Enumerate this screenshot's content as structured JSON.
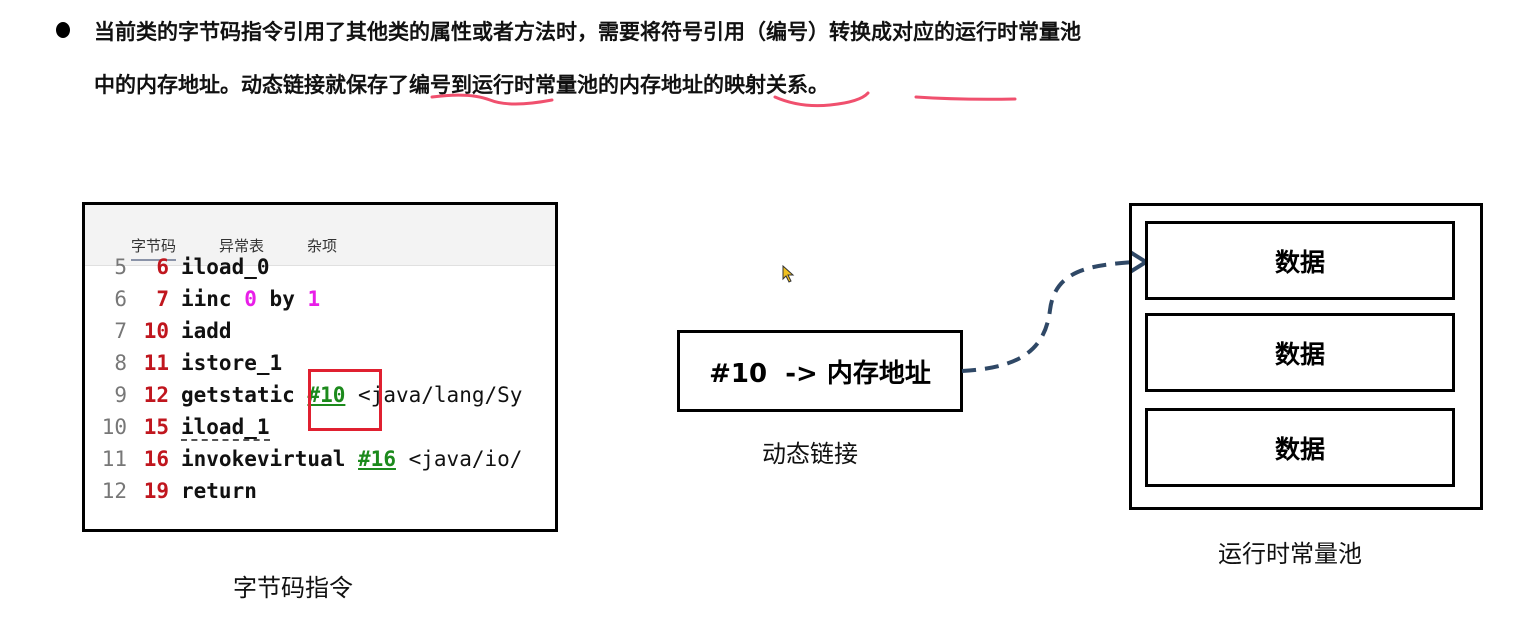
{
  "paragraph": {
    "line1": "当前类的字节码指令引用了其他类的属性或者方法时，需要将符号引用（编号）转换成对应的运行时常量池",
    "line2": "中的内存地址。动态链接就保存了编号到运行时常量池的内存地址的映射关系。",
    "highlight_color": "#f0506e"
  },
  "bytecode_panel": {
    "tabs": [
      "字节码",
      "异常表",
      "杂项"
    ],
    "lines": [
      {
        "ln": "5",
        "off": "6",
        "ins": "iload_0"
      },
      {
        "ln": "6",
        "off": "7",
        "ins": "iinc",
        "a": "0",
        "b": "by",
        "c": "1"
      },
      {
        "ln": "7",
        "off": "10",
        "ins": "iadd"
      },
      {
        "ln": "8",
        "off": "11",
        "ins": "istore_1"
      },
      {
        "ln": "9",
        "off": "12",
        "ins": "getstatic",
        "ref": "#10",
        "rest": "<java/lang/Sy"
      },
      {
        "ln": "10",
        "off": "15",
        "ins": "iload_1"
      },
      {
        "ln": "11",
        "off": "16",
        "ins": "invokevirtual",
        "ref": "#16",
        "rest": "<java/io/"
      },
      {
        "ln": "12",
        "off": "19",
        "ins": "return"
      }
    ],
    "caption": "字节码指令"
  },
  "dynamic_link": {
    "text": "#10  -> 内存地址",
    "caption": "动态链接"
  },
  "constant_pool": {
    "items": [
      "数据",
      "数据",
      "数据"
    ],
    "caption": "运行时常量池"
  }
}
